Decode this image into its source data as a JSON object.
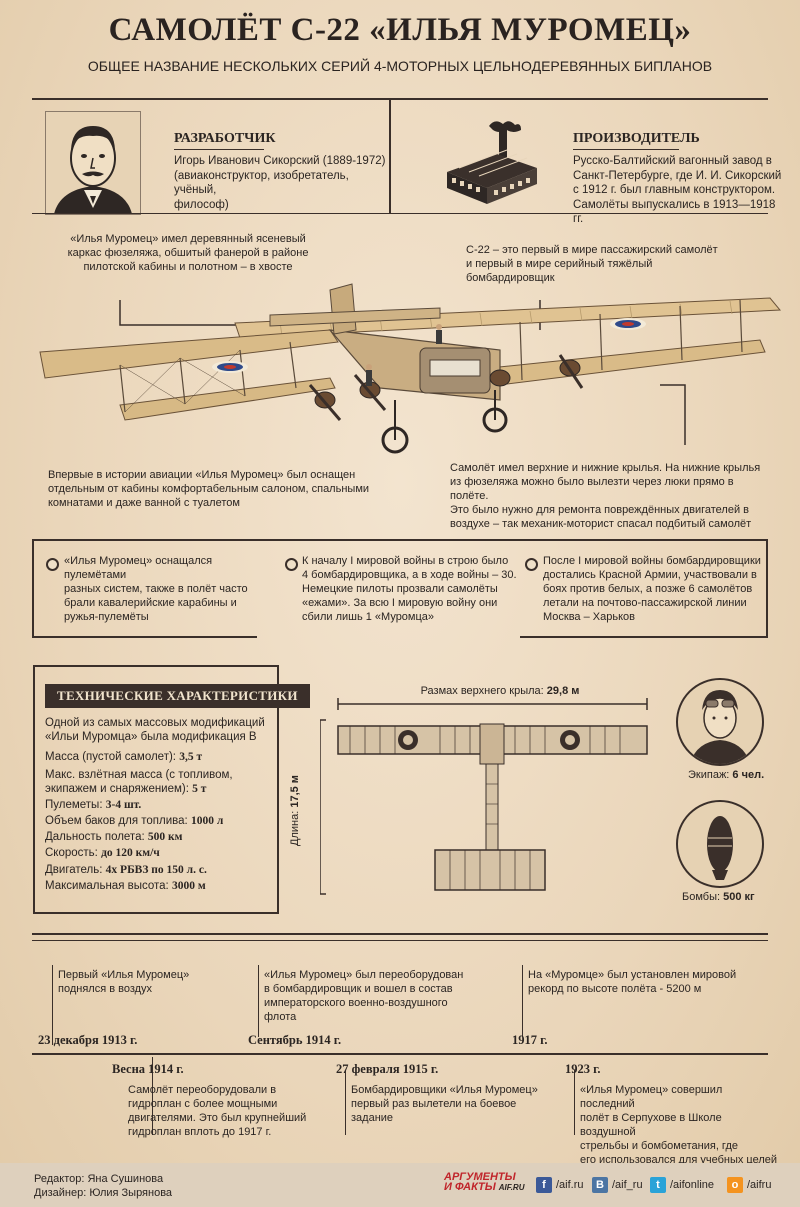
{
  "header": {
    "title": "САМОЛЁТ С-22 «ИЛЬЯ МУРОМЕЦ»",
    "subtitle": "ОБЩЕЕ НАЗВАНИЕ НЕСКОЛЬКИХ СЕРИЙ 4-МОТОРНЫХ ЦЕЛЬНОДЕРЕВЯННЫХ БИПЛАНОВ"
  },
  "developer": {
    "heading": "РАЗРАБОТЧИК",
    "line1": "Игорь Иванович Сикорский (1889-1972)",
    "line2": "(авиаконструктор, изобретатель, учёный,",
    "line3": "философ)"
  },
  "manufacturer": {
    "heading": "ПРОИЗВОДИТЕЛЬ",
    "line1": "Русско-Балтийский вагонный завод в",
    "line2": "Санкт-Петербурге, где И. И. Сикорский",
    "line3": "с 1912 г. был главным конструктором.",
    "line4": "Самолёты выпускались в 1913—1918 гг."
  },
  "annotations": {
    "frame_l1": "«Илья Муромец» имел деревянный ясеневый",
    "frame_l2": "каркас фюзеляжа, обшитый фанерой в районе",
    "frame_l3": "пилотской кабины и полотном – в хвосте",
    "first_l1": "С-22 – это первый в мире пассажирский самолёт",
    "first_l2": "и первый в мире серийный тяжёлый",
    "first_l3": "бомбардировщик",
    "salon_l1": "Впервые в истории авиации «Илья Муромец» был оснащен",
    "salon_l2": "отдельным от кабины комфортабельным салоном, спальными",
    "salon_l3": "комнатами и даже ванной с туалетом",
    "wings_l1": "Самолёт имел верхние и нижние крылья. На нижние крылья",
    "wings_l2": "из фюзеляжа можно было вылезти через люки прямо в полёте.",
    "wings_l3": "Это было нужно для ремонта повреждённых двигателей в",
    "wings_l4": "воздухе – так механик-моторист спасал подбитый самолёт"
  },
  "facts": [
    {
      "l1": "«Илья Муромец» оснащался пулемётами",
      "l2": "разных систем, также в полёт часто",
      "l3": "брали кавалерийские карабины и",
      "l4": "ружья-пулемёты"
    },
    {
      "l1": "К началу I мировой войны в строю было",
      "l2": "4 бомбардировщика, а в ходе войны – 30.",
      "l3": "Немецкие пилоты прозвали самолёты",
      "l4": "«ежами». За всю I мировую войну они",
      "l5": "сбили лишь 1 «Муромца»"
    },
    {
      "l1": "После I мировой войны бомбардировщики",
      "l2": "достались Красной Армии, участвовали в",
      "l3": "боях против белых, а позже 6 самолётов",
      "l4": "летали на почтово-пассажирской линии",
      "l5": "Москва – Харьков"
    }
  ],
  "specs": {
    "heading": "ТЕХНИЧЕСКИЕ ХАРАКТЕРИСТИКИ",
    "intro1": "Одной из самых массовых модификаций",
    "intro2": "«Ильи Муромца» была модификация В",
    "mass_label": "Масса (пустой самолет):",
    "mass_value": "3,5 т",
    "maxmass_label1": "Макс. взлётная масса (с топливом,",
    "maxmass_label2": "экипажем и снаряжением):",
    "maxmass_value": "5 т",
    "guns_label": "Пулеметы:",
    "guns_value": "3-4 шт.",
    "tank_label": "Объем баков для топлива:",
    "tank_value": "1000 л",
    "range_label": "Дальность полета:",
    "range_value": "500 км",
    "speed_label": "Скорость:",
    "speed_value": "до 120 км/ч",
    "engine_label": "Двигатель:",
    "engine_value": "4х РБВЗ по 150 л. с.",
    "alt_label": "Максимальная высота:",
    "alt_value": "3000 м"
  },
  "schematic": {
    "span_label": "Размах верхнего крыла:",
    "span_value": "29,8 м",
    "length_label": "Длина:",
    "length_value": "17,5 м",
    "crew_label": "Экипаж:",
    "crew_value": "6 чел.",
    "bombs_label": "Бомбы:",
    "bombs_value": "500 кг"
  },
  "timeline": [
    {
      "date": "23 декабря 1913 г.",
      "l1": "Первый «Илья Муромец»",
      "l2": "поднялся в воздух"
    },
    {
      "date": "Весна 1914 г.",
      "l1": "Самолёт переоборудовали в",
      "l2": "гидроплан с более мощными",
      "l3": "двигателями. Это был крупнейший",
      "l4": "гидроплан вплоть до 1917 г."
    },
    {
      "date": "Сентябрь 1914 г.",
      "l1": "«Илья Муромец» был переоборудован",
      "l2": "в бомбардировщик и вошел в состав",
      "l3": "императорского военно-воздушного",
      "l4": "флота"
    },
    {
      "date": "27 февраля 1915 г.",
      "l1": "Бомбардировщики «Илья Муромец»",
      "l2": "первый раз вылетели на боевое",
      "l3": "задание"
    },
    {
      "date": "1917 г.",
      "l1": "На «Муромце» был установлен мировой",
      "l2": "рекорд по высоте полёта - 5200 м"
    },
    {
      "date": "1923 г.",
      "l1": "«Илья Муромец» совершил последний",
      "l2": "полёт в Серпухове в Школе воздушной",
      "l3": "стрельбы и бомбометания, где",
      "l4": "его использовался для учебных целей"
    }
  ],
  "footer": {
    "editor": "Редактор: Яна Сушинова",
    "designer": "Дизайнер: Юлия Зырянова",
    "logo_top": "АРГУМЕНТЫ",
    "logo_bottom": "И ФАКТЫ",
    "logo_site": "AIF.RU",
    "facebook": "/aif.ru",
    "vk": "/aif_ru",
    "twitter": "/aifonline",
    "odnoklassniki": "/aifru",
    "colors": {
      "facebook": "#3b5998",
      "vk": "#4c75a3",
      "twitter": "#2aa3d8",
      "odnoklassniki": "#f4931f",
      "logo": "#c0252b"
    }
  }
}
